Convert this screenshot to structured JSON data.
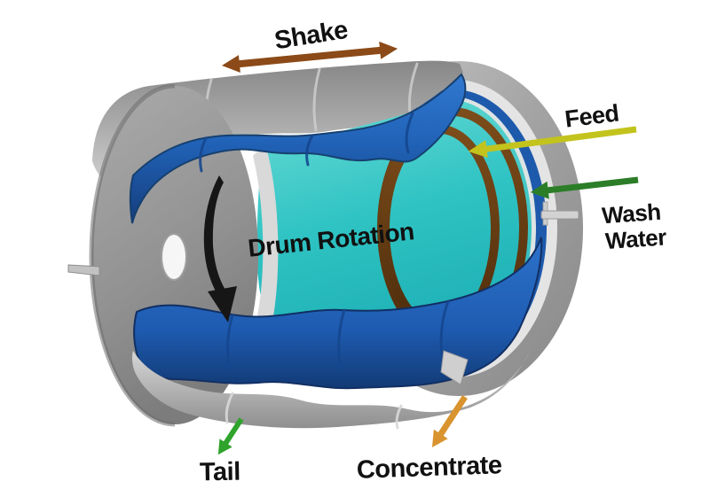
{
  "figure": {
    "background_color": "#FFFFFF",
    "description": "3D cutaway illustration of a shaking rotating-drum concentrator"
  },
  "labels": {
    "shake": "Shake",
    "feed": "Feed",
    "wash_water_line1": "Wash",
    "wash_water_line2": "Water",
    "drum_rotation": "Drum Rotation",
    "tail": "Tail",
    "concentrate": "Concentrate"
  },
  "colors": {
    "shake_arrow": "#8B4A17",
    "feed_arrow": "#C3C31E",
    "wash_water_arrow": "#2B7E27",
    "drum_rotation_arrow": "#161616",
    "tail_arrow": "#2FA32B",
    "concentrate_arrow": "#D9942F",
    "shell_gray": "#9C9C9C",
    "scroll_blue": "#1E5CB2",
    "drum_interior_cyan": "#2BC4C6",
    "launder_ring_brown": "#6E4217",
    "label_text": "#111111"
  }
}
